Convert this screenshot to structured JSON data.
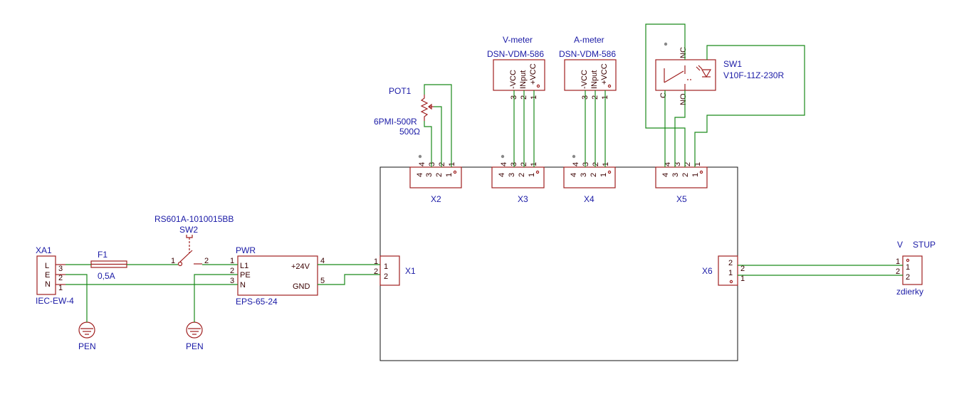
{
  "xa1": {
    "ref": "XA1",
    "value": "IEC-EW-4",
    "letters": [
      "L",
      "E",
      "N"
    ],
    "pins": [
      "3",
      "2",
      "1"
    ]
  },
  "f1": {
    "ref": "F1",
    "value": "0,5A"
  },
  "sw2": {
    "part": "RS601A-1010015BB",
    "ref": "SW2",
    "pin1": "1",
    "pin2": "2"
  },
  "pwr": {
    "ref": "PWR",
    "value": "EPS-65-24",
    "l1": "L1",
    "pe": "PE",
    "n": "N",
    "v24": "+24V",
    "gnd": "GND",
    "p1": "1",
    "p2": "2",
    "p3": "3",
    "p4": "4",
    "p5": "5"
  },
  "pen": {
    "label": "PEN"
  },
  "pot1": {
    "ref": "POT1",
    "value1": "6PMI-500R",
    "value2": "500Ω"
  },
  "meters": {
    "v_title": "V-meter",
    "a_title": "A-meter",
    "model": "DSN-VDM-586",
    "pins": [
      "-VCC",
      "INput",
      "+VCC"
    ],
    "nums": [
      "3",
      "2",
      "1"
    ]
  },
  "sw1": {
    "ref": "SW1",
    "value": "V10F-11Z-230R",
    "c": "C",
    "nc": "NC",
    "no": "NO"
  },
  "connectors": {
    "x1": "X1",
    "x2": "X2",
    "x3": "X3",
    "x4": "X4",
    "x5": "X5",
    "x6": "X6",
    "hdr_pins": [
      "4",
      "3",
      "2",
      "1"
    ],
    "two_pins": [
      "1",
      "2"
    ],
    "x6_pins": [
      "2",
      "1"
    ]
  },
  "stup": {
    "ref1": "V",
    "ref2": "STUP",
    "value": "zdierky",
    "p1": "1",
    "p2": "2"
  }
}
